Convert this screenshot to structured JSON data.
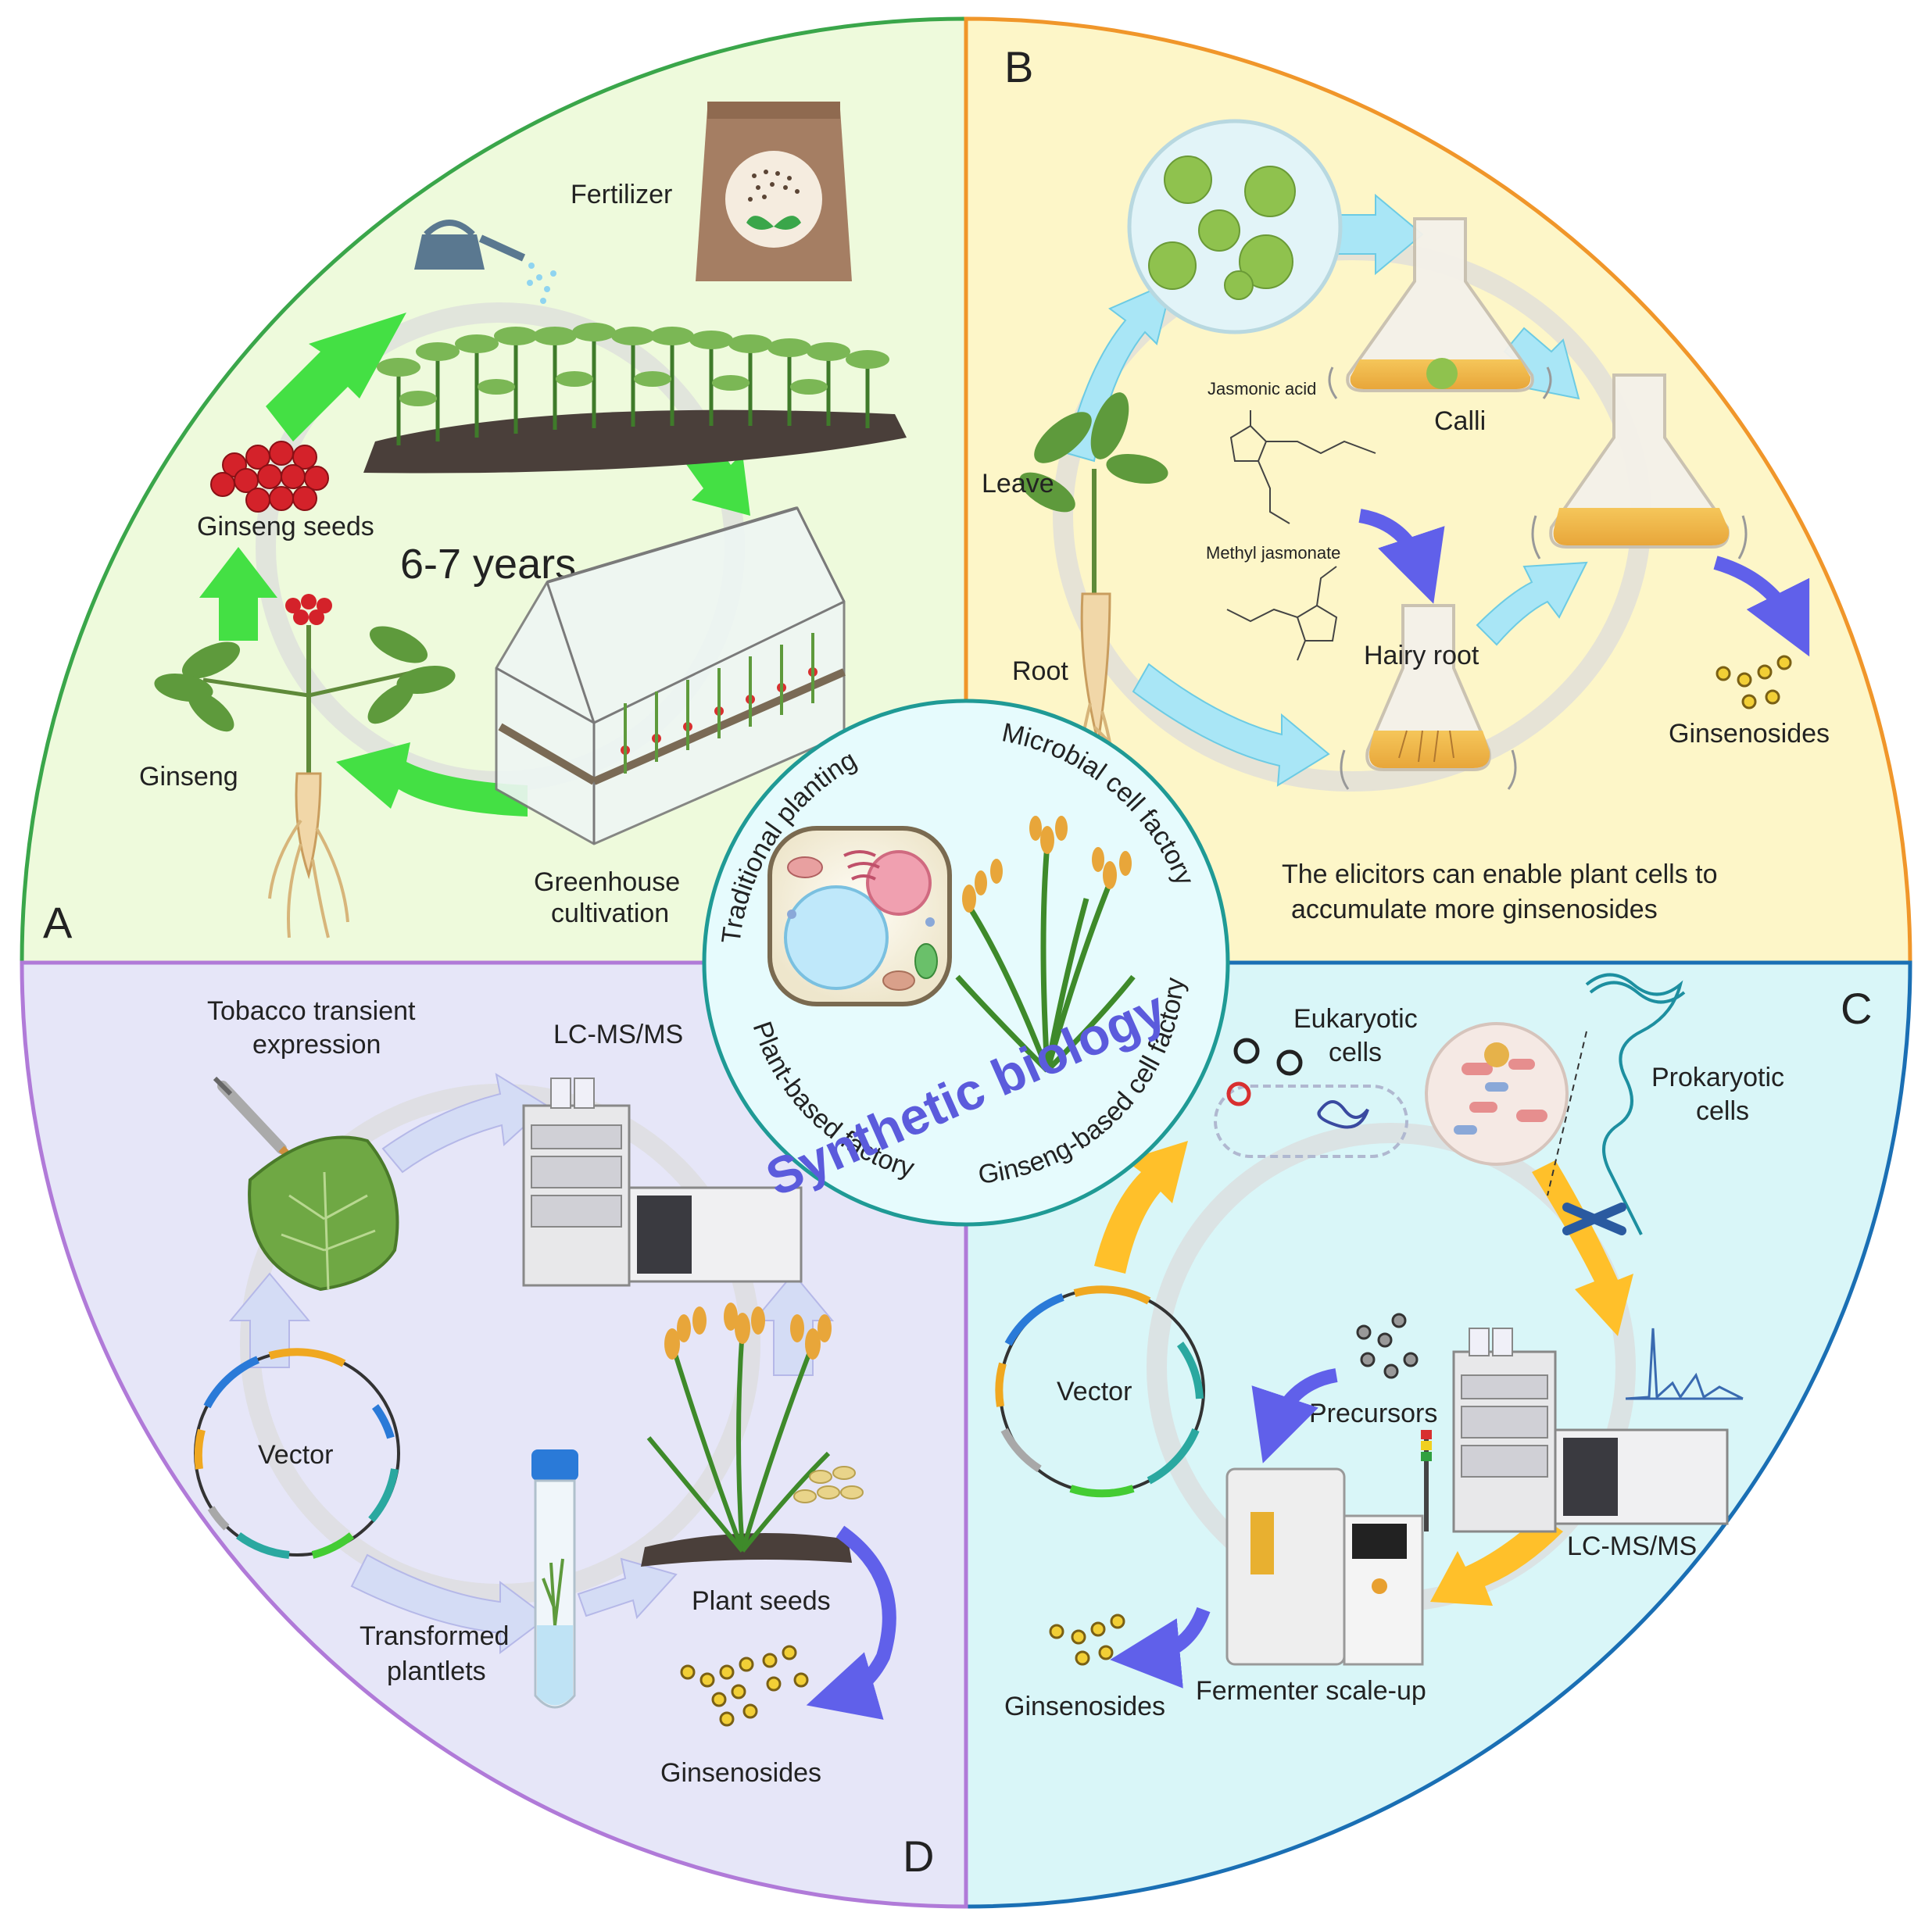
{
  "panels": {
    "A": {
      "letter": "A",
      "labels": {
        "fertilizer": "Fertilizer",
        "ginseng_seeds": "Ginseng seeds",
        "years": "6-7 years",
        "ginseng": "Ginseng",
        "greenhouse_1": "Greenhouse",
        "greenhouse_2": "cultivation"
      }
    },
    "B": {
      "letter": "B",
      "labels": {
        "jasmonic_acid": "Jasmonic acid",
        "methyl_jasmonate": "Methyl jasmonate",
        "calli": "Calli",
        "leave": "Leave",
        "root": "Root",
        "hairy_root": "Hairy root",
        "ginsenosides": "Ginsenosides",
        "note_1": "The elicitors can enable plant cells to",
        "note_2": "accumulate more ginsenosides"
      }
    },
    "C": {
      "letter": "C",
      "labels": {
        "eukaryotic_1": "Eukaryotic",
        "eukaryotic_2": "cells",
        "prokaryotic_1": "Prokaryotic",
        "prokaryotic_2": "cells",
        "vector": "Vector",
        "precursors": "Precursors",
        "lcms": "LC-MS/MS",
        "ginsenosides": "Ginsenosides",
        "fermenter": "Fermenter scale-up"
      }
    },
    "D": {
      "letter": "D",
      "labels": {
        "tobacco_1": "Tobacco transient",
        "tobacco_2": "expression",
        "lcms": "LC-MS/MS",
        "vector": "Vector",
        "transformed_1": "Transformed",
        "transformed_2": "plantlets",
        "plant_seeds": "Plant seeds",
        "ginsenosides": "Ginsenosides"
      }
    }
  },
  "center": {
    "title": "Synthetic biology",
    "traditional": "Traditional planting",
    "microbial": "Microbial cell factory",
    "plant_based": "Plant-based factory",
    "ginseng_based": "Ginseng-based cell factory"
  },
  "colors": {
    "panel_a_bg": "#eefadc",
    "panel_a_border": "#3aa64a",
    "panel_b_bg": "#fdf6c8",
    "panel_b_border": "#f0962a",
    "panel_c_bg": "#d9f6f8",
    "panel_c_border": "#1a6fb4",
    "panel_d_bg": "#e6e6f8",
    "panel_d_border": "#b07ad8",
    "center_bg": "#e6fbfd",
    "center_border": "#1f9a95",
    "synbio": "#5b5bdc",
    "green_arrow": "#44e044",
    "blue_arrow": "#a9e6f6",
    "orange_arrow": "#ffc02a",
    "lavender_arrow": "#d4dcf5",
    "curve_arrow": "#6060ea",
    "gold_dot": "#f2cf36"
  },
  "icons": {
    "watering_can": "watering-can-icon",
    "fertilizer_bag": "fertilizer-bag-icon",
    "seedlings": "seedling-bed-icon",
    "greenhouse": "greenhouse-icon",
    "ginseng_plant": "ginseng-plant-icon",
    "red_berries": "berry-cluster-icon",
    "petri_dish": "petri-dish-icon",
    "flask": "erlenmeyer-flask-icon",
    "molecule": "molecule-structure-icon",
    "cell": "plant-cell-icon",
    "rice": "rice-plant-icon",
    "plasmid": "plasmid-vector-icon",
    "lcms": "lc-ms-instrument-icon",
    "fermenter": "fermenter-icon",
    "test_tube": "test-tube-icon",
    "syringe": "syringe-icon",
    "leaf": "leaf-icon",
    "dna": "dna-strand-icon",
    "chromatogram": "chromatogram-icon",
    "bacterium": "bacterium-icon"
  }
}
